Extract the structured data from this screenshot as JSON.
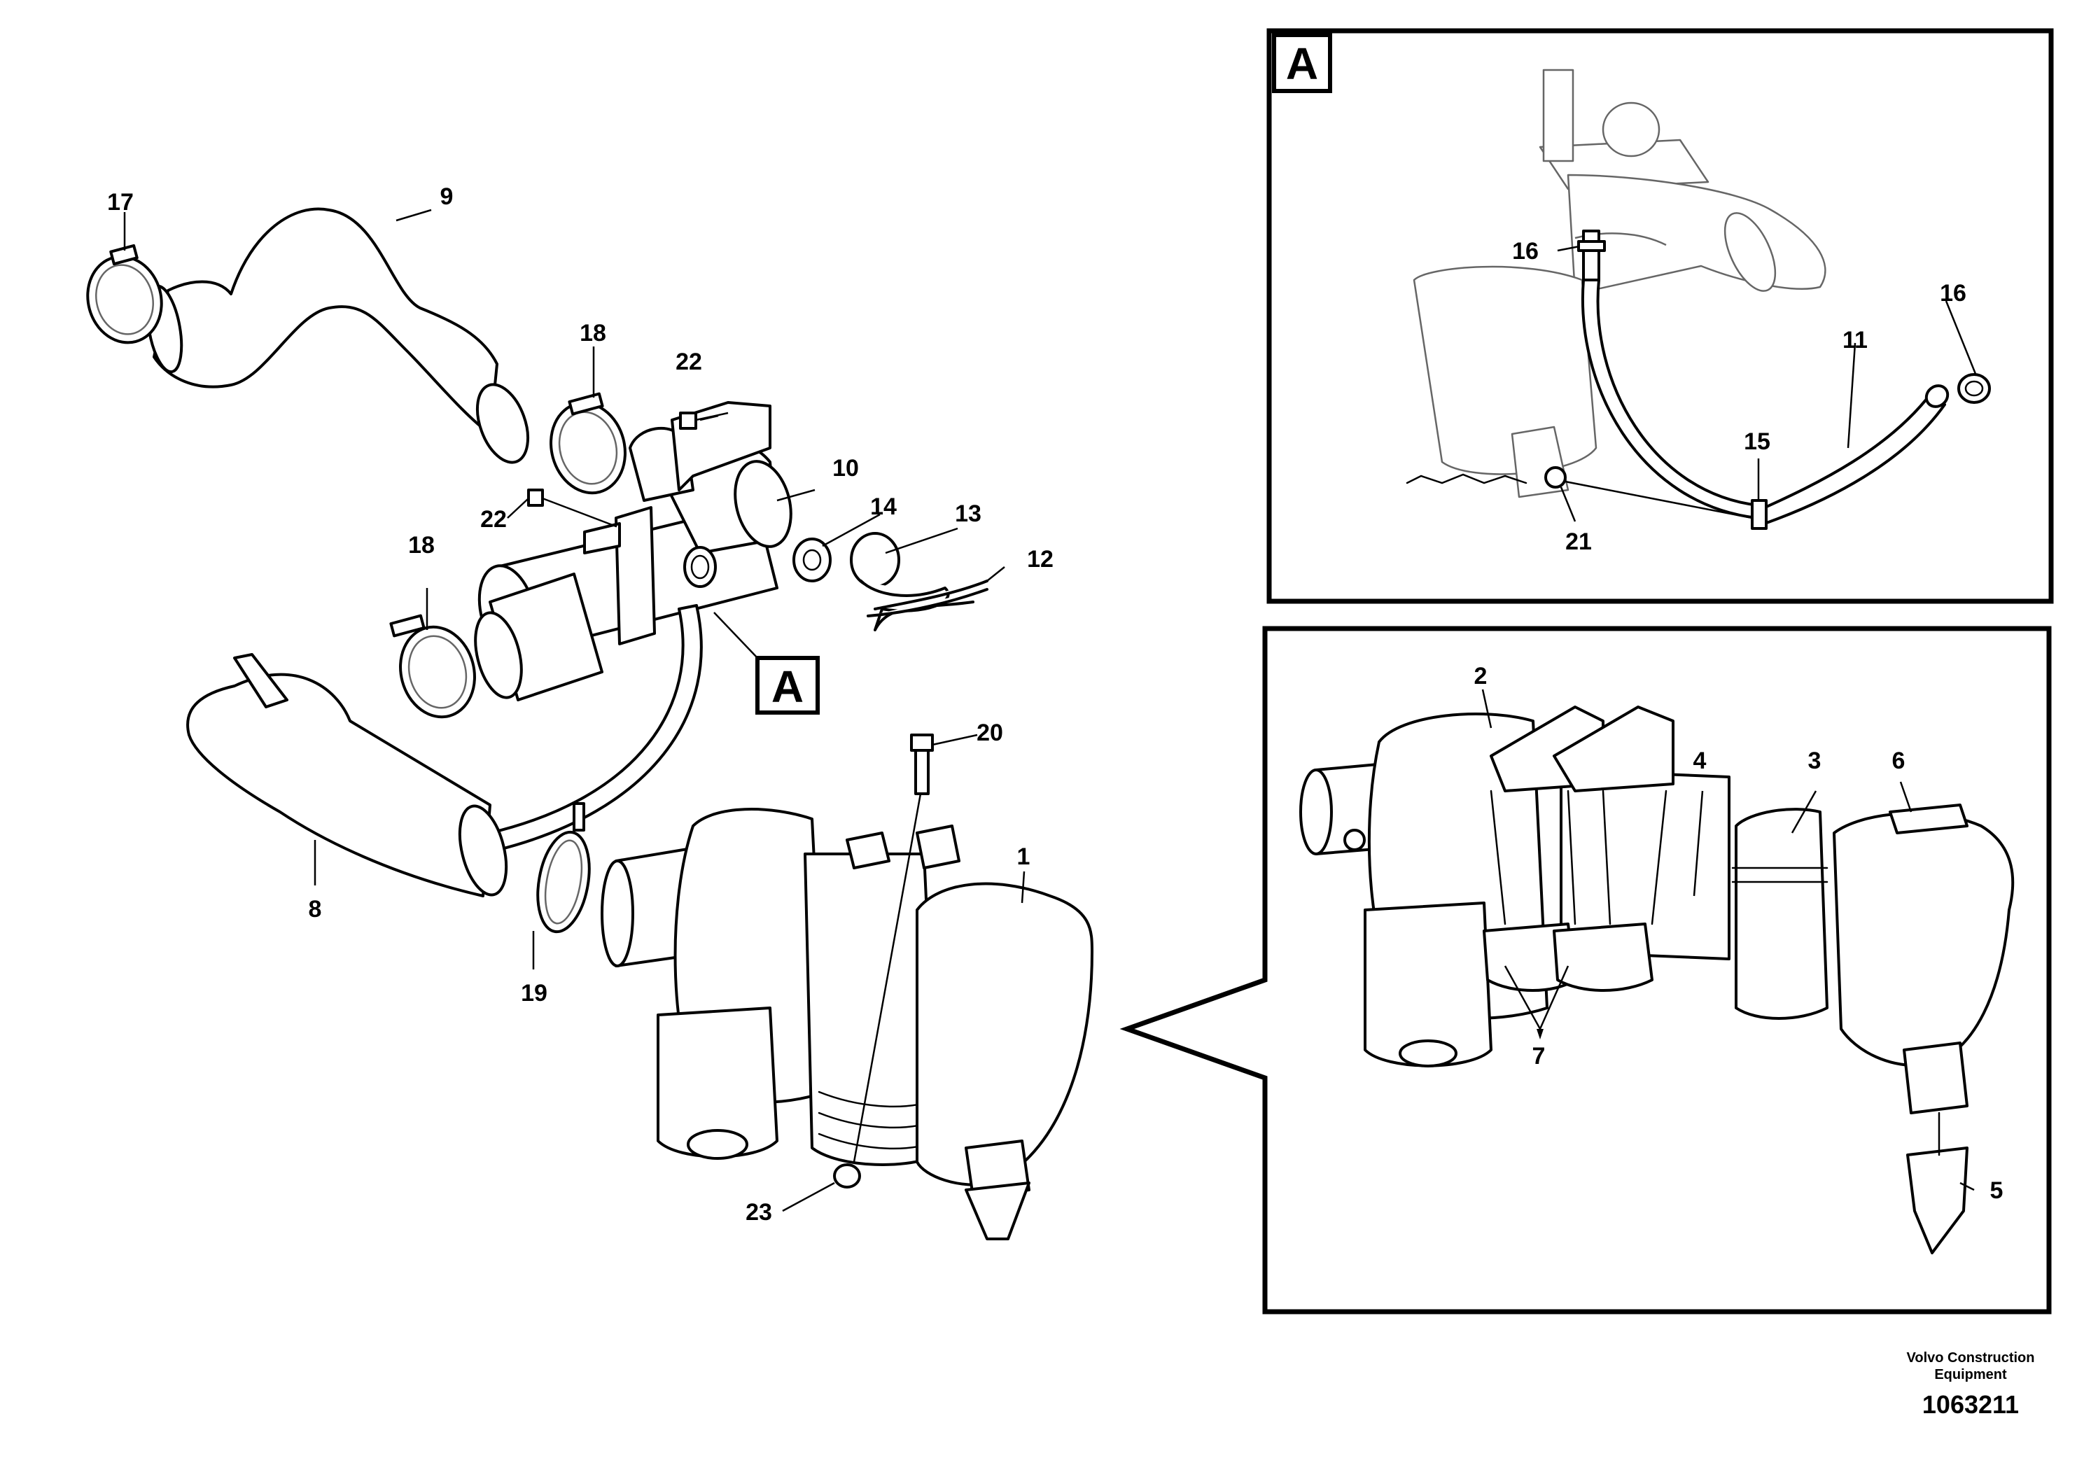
{
  "view_label": "A",
  "callouts": {
    "c1": "1",
    "c2": "2",
    "c3": "3",
    "c4": "4",
    "c5": "5",
    "c6": "6",
    "c7": "7",
    "c8": "8",
    "c9": "9",
    "c10": "10",
    "c11": "11",
    "c12": "12",
    "c13": "13",
    "c14": "14",
    "c15": "15",
    "c16a": "16",
    "c16b": "16",
    "c17": "17",
    "c18a": "18",
    "c18b": "18",
    "c19": "19",
    "c20": "20",
    "c21": "21",
    "c22a": "22",
    "c22b": "22",
    "c23": "23"
  },
  "footer": {
    "company_line1": "Volvo Construction",
    "company_line2": "Equipment",
    "doc_number": "1063211"
  }
}
